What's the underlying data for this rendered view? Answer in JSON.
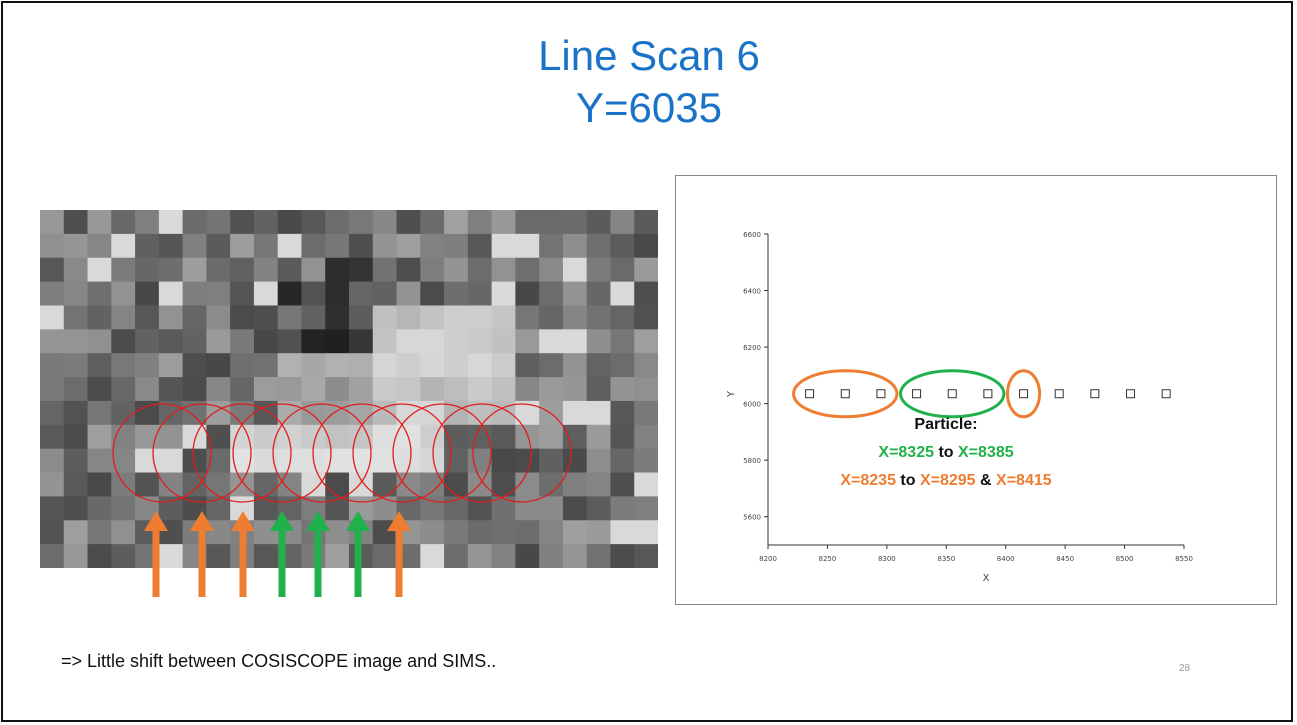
{
  "slide": {
    "title_line1": "Line Scan 6",
    "title_line2": "Y=6035",
    "note": "=> Little shift between COSISCOPE image and SIMS..",
    "page_number": "28"
  },
  "colors": {
    "title": "#1a73c7",
    "orange": "#ee7d31",
    "green": "#21b14c",
    "circle": "#e31b1b"
  },
  "image_annotations": {
    "circles": 10,
    "arrows": [
      "orange",
      "orange",
      "orange",
      "green",
      "green",
      "green",
      "orange"
    ]
  },
  "chart_data": {
    "type": "scatter",
    "xlabel": "X",
    "ylabel": "Y",
    "xlim": [
      8200,
      8550
    ],
    "ylim": [
      5500,
      6600
    ],
    "x_ticks": [
      "8200",
      "8250",
      "8300",
      "8350",
      "8400",
      "8450",
      "8500",
      "8550"
    ],
    "y_ticks": [
      "5600",
      "5800",
      "6000",
      "6200",
      "6400",
      "6600"
    ],
    "points": [
      {
        "x": 8235,
        "y": 6035
      },
      {
        "x": 8265,
        "y": 6035
      },
      {
        "x": 8295,
        "y": 6035
      },
      {
        "x": 8325,
        "y": 6035
      },
      {
        "x": 8355,
        "y": 6035
      },
      {
        "x": 8385,
        "y": 6035
      },
      {
        "x": 8415,
        "y": 6035
      },
      {
        "x": 8445,
        "y": 6035
      },
      {
        "x": 8475,
        "y": 6035
      },
      {
        "x": 8505,
        "y": 6035
      },
      {
        "x": 8535,
        "y": 6035
      }
    ],
    "groups": [
      {
        "color": "orange",
        "x_from": 8235,
        "x_to": 8295
      },
      {
        "color": "green",
        "x_from": 8325,
        "x_to": 8385
      },
      {
        "color": "orange",
        "x_from": 8415,
        "x_to": 8415
      }
    ],
    "annotation": {
      "heading": "Particle:",
      "line1": {
        "a": "X=8325",
        "mid": " to ",
        "b": "X=8385"
      },
      "line2": {
        "a": "X=8235",
        "mid": " to ",
        "b": "X=8295",
        "mid2": " & ",
        "c": "X=8415"
      }
    }
  }
}
